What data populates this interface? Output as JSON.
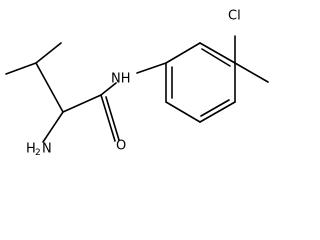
{
  "labels": {
    "amino_h": "H",
    "amino_sub": "2",
    "amino_n": "N",
    "nh": "NH",
    "carbonyl_o": "O",
    "chloro": "Cl"
  }
}
